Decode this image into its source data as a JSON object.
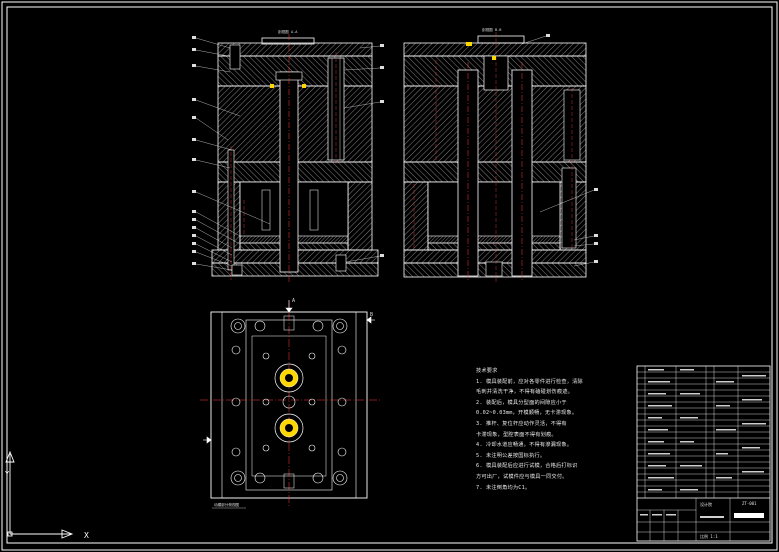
{
  "drawing": {
    "view_label_left": "剖视图 A-A",
    "view_label_right": "剖视图 B-B",
    "plan_label": "动模部分俯视图",
    "section_mark_a": "A",
    "section_mark_b": "B",
    "ucs_x": "X",
    "ucs_y": "Y"
  },
  "notes": {
    "title": "技术要求",
    "lines": [
      "1. 模具装配前，应对各零件进行检查，清除",
      "毛刺并清洗干净，不得有磕碰划伤痕迹。",
      "2. 装配后，模具分型面的间隙应小于",
      "0.02~0.03mm，开模顺畅，无卡滞现象。",
      "3. 推杆、复位杆应动作灵活，不得有",
      "卡滞现象，型腔表面不得有划痕。",
      "4. 冷却水道应畅通，不得有渗漏现象。",
      "5. 未注明公差按国标执行。",
      "6. 模具装配后应进行试模，合格后打标识",
      "方可出厂，试模件应与模具一同交付。",
      "7. 未注倒角均为C1。"
    ]
  },
  "title_block": {
    "drawing_number": "ZT-001",
    "company": "设计院",
    "scale_label": "比例 1:1"
  },
  "colors": {
    "background": "#000000",
    "outline": "#ffffff",
    "hatch": "#9a9a9a",
    "centerline": "#ff3b3b",
    "accent": "#ffd700"
  }
}
